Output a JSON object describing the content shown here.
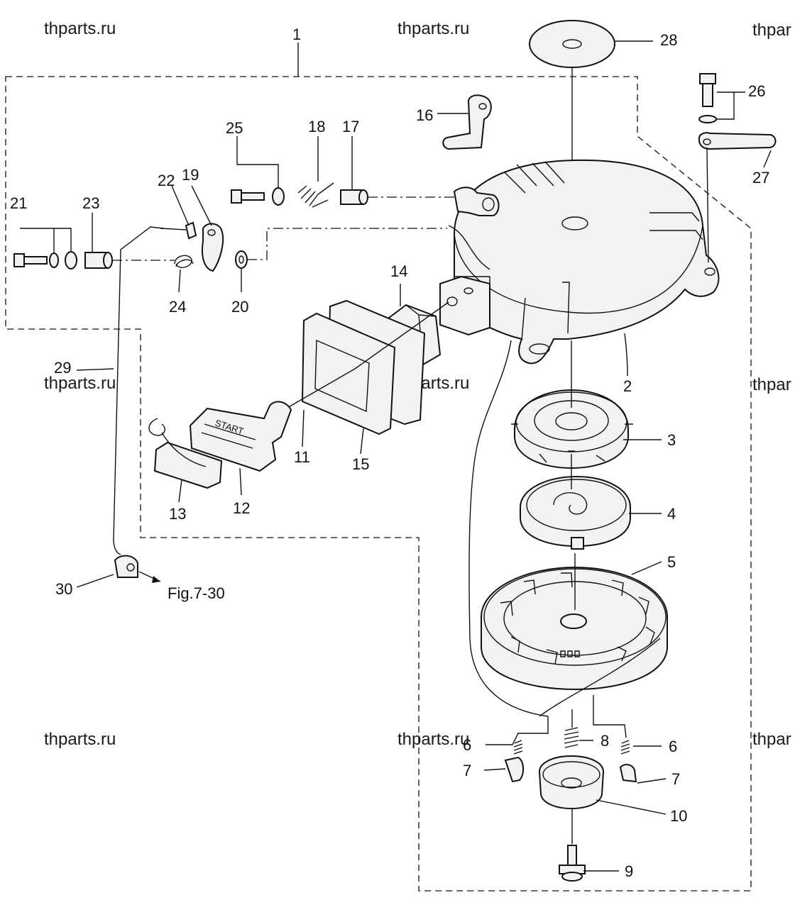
{
  "watermarks": [
    {
      "text": "thparts.ru"
    },
    {
      "text": "thparts.ru"
    },
    {
      "text": "thpar"
    },
    {
      "text": "thparts.ru"
    },
    {
      "text": "thparts.ru"
    },
    {
      "text": "thpar"
    },
    {
      "text": "thparts.ru"
    },
    {
      "text": "thparts.ru"
    },
    {
      "text": "thpar"
    }
  ],
  "callouts": {
    "c1": "1",
    "c2": "2",
    "c3": "3",
    "c4": "4",
    "c5": "5",
    "c6a": "6",
    "c6b": "6",
    "c7a": "7",
    "c7b": "7",
    "c8": "8",
    "c9": "9",
    "c10": "10",
    "c11": "11",
    "c12": "12",
    "c13": "13",
    "c14": "14",
    "c15": "15",
    "c16": "16",
    "c17": "17",
    "c18": "18",
    "c19": "19",
    "c20": "20",
    "c21": "21",
    "c22": "22",
    "c23": "23",
    "c24": "24",
    "c25": "25",
    "c26": "26",
    "c27": "27",
    "c28": "28",
    "c29": "29",
    "c30": "30"
  },
  "reference": "Fig.7-30",
  "handle_text": "START"
}
